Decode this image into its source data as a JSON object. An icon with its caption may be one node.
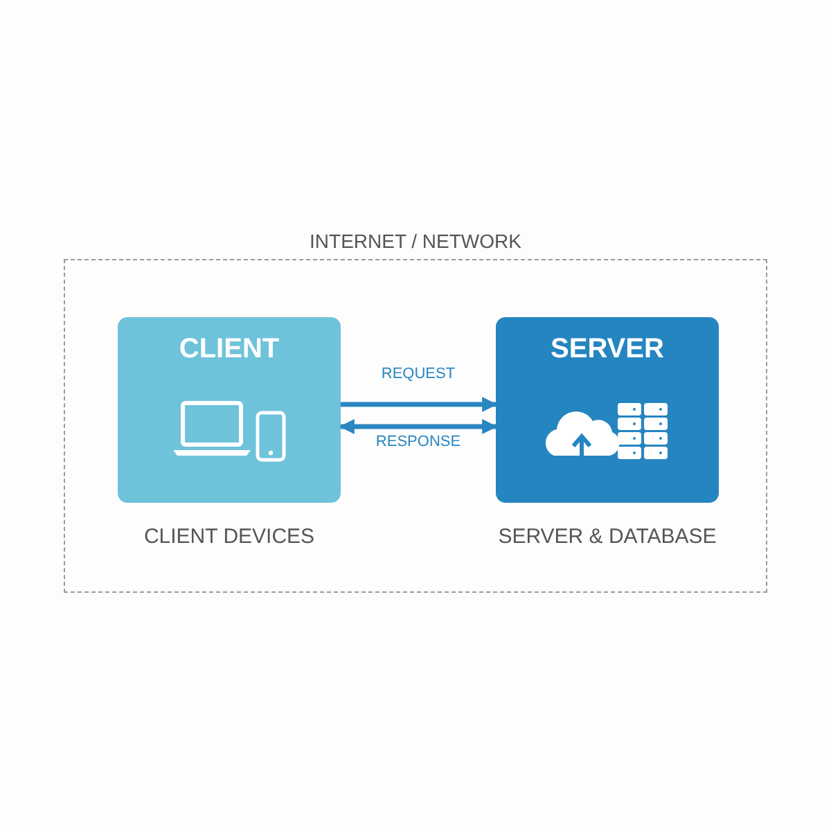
{
  "diagram": {
    "nodes": [
      {
        "text": [
          "INTERNET / NETWORK"
        ]
      },
      {
        "text": [
          "CLIENT"
        ],
        "in": 0,
        "beside": [
          "CLIENT DEVICES"
        ]
      },
      {
        "text": [
          "SERVER"
        ],
        "in": 0,
        "beside": [
          "SERVER & DATABASE"
        ]
      }
    ],
    "edges": [
      {
        "from": 1,
        "to": 2,
        "arrow": "to",
        "label": "REQUEST"
      },
      {
        "from": 2,
        "to": 1,
        "arrow": "both",
        "label": "RESPONSE"
      }
    ]
  }
}
